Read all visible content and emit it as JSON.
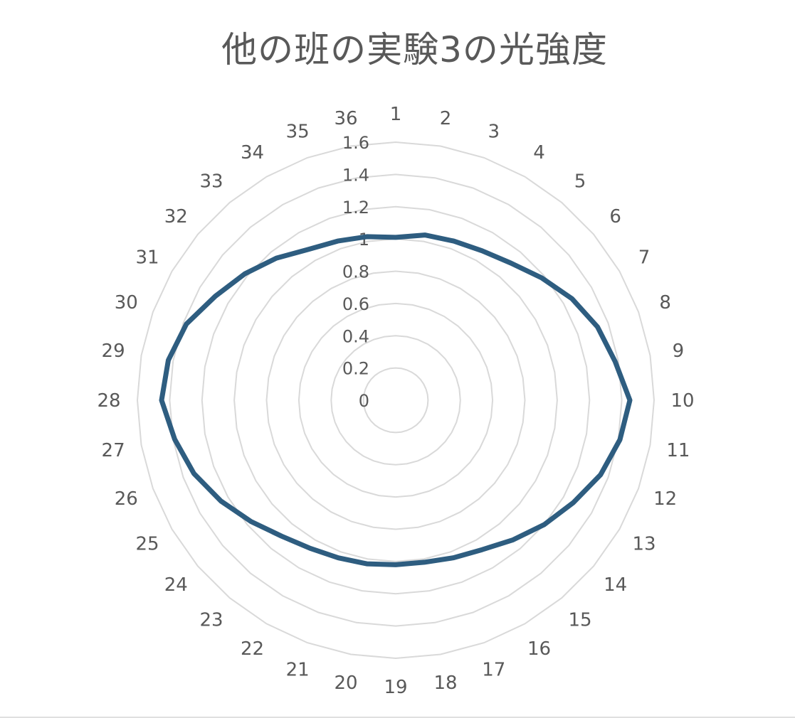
{
  "chart_data": {
    "type": "radar",
    "title": "他の班の実験3の光強度",
    "categories": [
      "1",
      "2",
      "3",
      "4",
      "5",
      "6",
      "7",
      "8",
      "9",
      "10",
      "11",
      "12",
      "13",
      "14",
      "15",
      "16",
      "17",
      "18",
      "19",
      "20",
      "21",
      "22",
      "23",
      "24",
      "25",
      "26",
      "27",
      "28",
      "29",
      "30",
      "31",
      "32",
      "33",
      "34",
      "35",
      "36"
    ],
    "radial_ticks": [
      "0",
      "0.2",
      "0.4",
      "0.6",
      "0.8",
      "1",
      "1.2",
      "1.4",
      "1.6"
    ],
    "rlim": [
      0,
      1.6
    ],
    "grid": true,
    "legend": "none",
    "series": [
      {
        "color": "#2e5d80",
        "values": [
          1.01,
          1.04,
          1.05,
          1.07,
          1.11,
          1.18,
          1.26,
          1.33,
          1.38,
          1.45,
          1.41,
          1.35,
          1.27,
          1.2,
          1.13,
          1.07,
          1.04,
          1.02,
          1.02,
          1.03,
          1.04,
          1.06,
          1.1,
          1.17,
          1.25,
          1.33,
          1.39,
          1.45,
          1.43,
          1.38,
          1.29,
          1.22,
          1.15,
          1.08,
          1.05,
          1.03
        ]
      }
    ]
  }
}
